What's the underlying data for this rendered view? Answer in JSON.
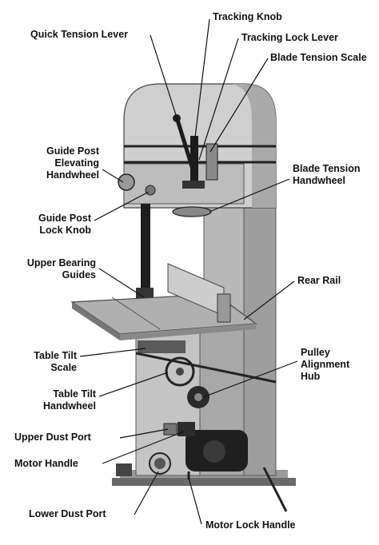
{
  "labels": {
    "quick_tension_lever": "Quick Tension Lever",
    "tracking_knob": "Tracking Knob",
    "tracking_lock_lever": "Tracking Lock Lever",
    "blade_tension_scale": "Blade Tension Scale",
    "guide_post_elevating_handwheel": [
      "Guide Post",
      "Elevating",
      "Handwheel"
    ],
    "blade_tension_handwheel": [
      "Blade Tension",
      "Handwheel"
    ],
    "guide_post_lock_knob": [
      "Guide Post",
      "Lock Knob"
    ],
    "upper_bearing_guides": [
      "Upper Bearing",
      "Guides"
    ],
    "rear_rail": "Rear Rail",
    "table_tilt_scale": [
      "Table Tilt",
      "Scale"
    ],
    "pulley_alignment_hub": [
      "Pulley",
      "Alignment",
      "Hub"
    ],
    "table_tilt_handwheel": [
      "Table Tilt",
      "Handwheel"
    ],
    "upper_dust_port": "Upper Dust Port",
    "motor_handle": "Motor Handle",
    "lower_dust_port": "Lower Dust Port",
    "motor_lock_handle": "Motor Lock Handle"
  },
  "colors": {
    "label_text": "#111111",
    "machine_body": "#c9c9c9",
    "machine_dark": "#1c1c1c",
    "table": "#b3b3b3"
  }
}
